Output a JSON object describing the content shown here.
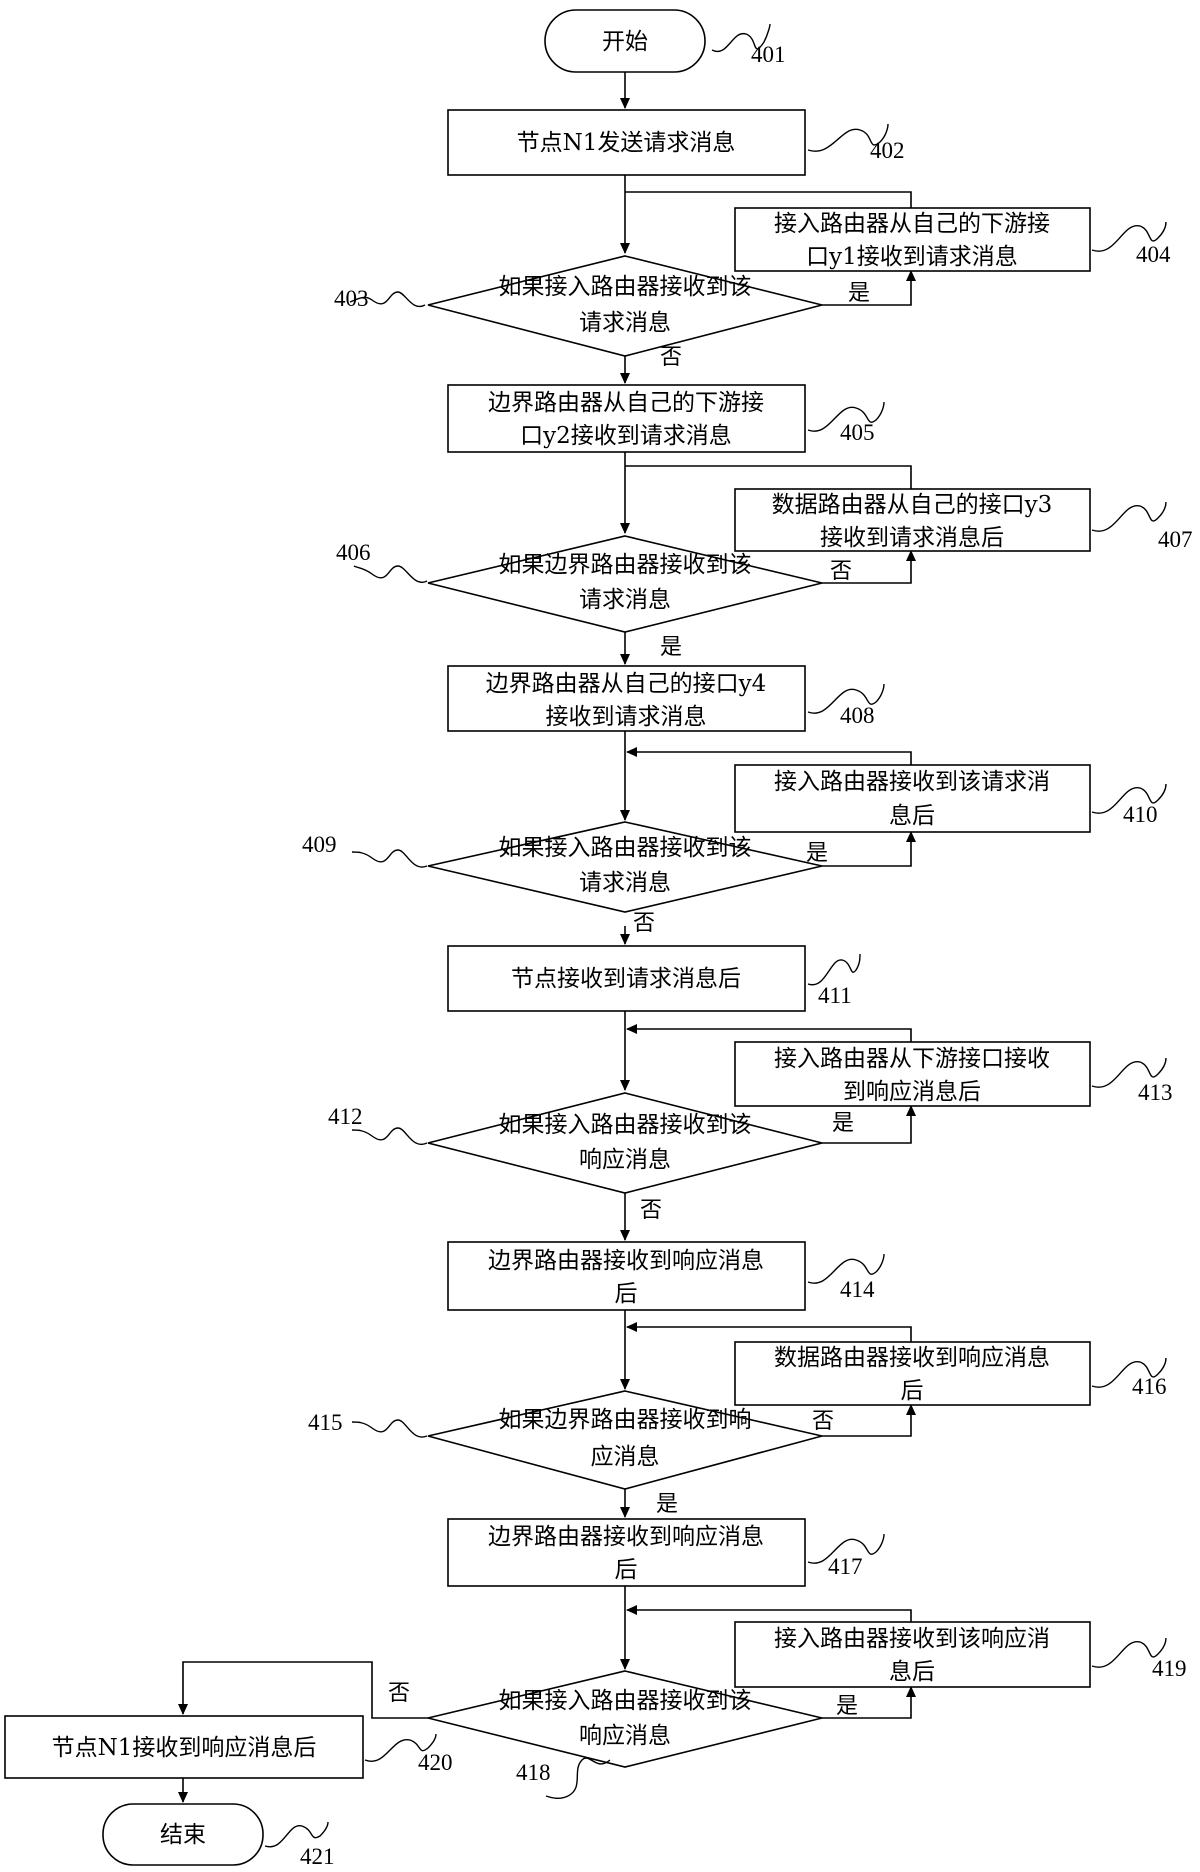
{
  "nodes": {
    "n401": {
      "lines": [
        "开始"
      ],
      "ref": "401"
    },
    "n402": {
      "lines": [
        "节点N1发送请求消息"
      ],
      "ref": "402"
    },
    "n403": {
      "lines": [
        "如果接入路由器接收到该",
        "请求消息"
      ],
      "ref": "403"
    },
    "n404": {
      "lines": [
        "接入路由器从自己的下游接",
        "口y1接收到请求消息"
      ],
      "ref": "404"
    },
    "n405": {
      "lines": [
        "边界路由器从自己的下游接",
        "口y2接收到请求消息"
      ],
      "ref": "405"
    },
    "n406": {
      "lines": [
        "如果边界路由器接收到该",
        "请求消息"
      ],
      "ref": "406"
    },
    "n407": {
      "lines": [
        "数据路由器从自己的接口y3",
        "接收到请求消息后"
      ],
      "ref": "407"
    },
    "n408": {
      "lines": [
        "边界路由器从自己的接口y4",
        "接收到请求消息"
      ],
      "ref": "408"
    },
    "n409": {
      "lines": [
        "如果接入路由器接收到该",
        "请求消息"
      ],
      "ref": "409"
    },
    "n410": {
      "lines": [
        "接入路由器接收到该请求消",
        "息后"
      ],
      "ref": "410"
    },
    "n411": {
      "lines": [
        "节点接收到请求消息后"
      ],
      "ref": "411"
    },
    "n412": {
      "lines": [
        "如果接入路由器接收到该",
        "响应消息"
      ],
      "ref": "412"
    },
    "n413": {
      "lines": [
        "接入路由器从下游接口接收",
        "到响应消息后"
      ],
      "ref": "413"
    },
    "n414": {
      "lines": [
        "边界路由器接收到响应消息",
        "后"
      ],
      "ref": "414"
    },
    "n415": {
      "lines": [
        "如果边界路由器接收到响",
        "应消息"
      ],
      "ref": "415"
    },
    "n416": {
      "lines": [
        "数据路由器接收到响应消息",
        "后"
      ],
      "ref": "416"
    },
    "n417": {
      "lines": [
        "边界路由器接收到响应消息",
        "后"
      ],
      "ref": "417"
    },
    "n418": {
      "lines": [
        "如果接入路由器接收到该",
        "响应消息"
      ],
      "ref": "418"
    },
    "n419": {
      "lines": [
        "接入路由器接收到该响应消",
        "息后"
      ],
      "ref": "419"
    },
    "n420": {
      "lines": [
        "节点N1接收到响应消息后"
      ],
      "ref": "420"
    },
    "n421": {
      "lines": [
        "结束"
      ],
      "ref": "421"
    }
  },
  "edge_labels": {
    "e403_yes": "是",
    "e403_no": "否",
    "e406_no": "否",
    "e406_yes": "是",
    "e409_yes": "是",
    "e409_no": "否",
    "e412_yes": "是",
    "e412_no": "否",
    "e415_no": "否",
    "e415_yes": "是",
    "e418_no": "否",
    "e418_yes": "是"
  }
}
